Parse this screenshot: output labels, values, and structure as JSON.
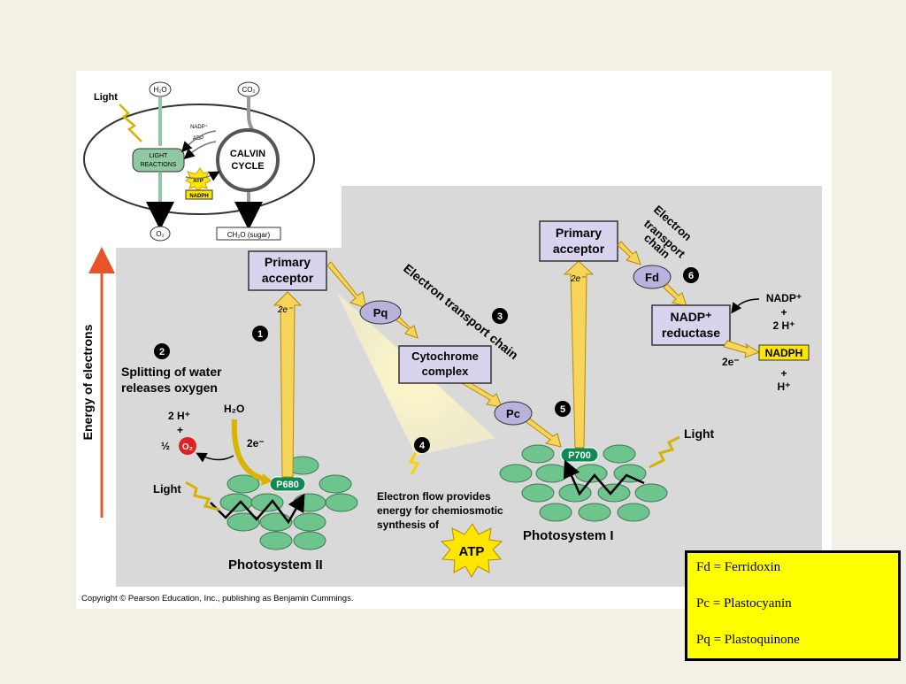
{
  "inset": {
    "light": "Light",
    "h2o": "H₂O",
    "co2": "CO₂",
    "nadp": "NADP⁺",
    "adp": "ADP",
    "light_reactions_1": "LIGHT",
    "light_reactions_2": "REACTIONS",
    "calvin_1": "CALVIN",
    "calvin_2": "CYCLE",
    "atp": "ATP",
    "nadph": "NADPH",
    "o2": "O₂",
    "sugar": "CH₂O (sugar)"
  },
  "axis_label": "Energy of electrons",
  "steps": {
    "s1": "1",
    "s2": "2",
    "s3": "3",
    "s4": "4",
    "s5": "5",
    "s6": "6"
  },
  "step2_text": [
    "Splitting of water",
    "releases oxygen"
  ],
  "ps2": {
    "primary_acceptor": [
      "Primary",
      "acceptor"
    ],
    "two_e": "2e⁻",
    "h2o": "H₂O",
    "two_h": "2 H⁺",
    "plus": "+",
    "half": "½",
    "o2": "O₂",
    "two_e_left": "2e⁻",
    "p680": "P680",
    "light": "Light",
    "title": "Photosystem II"
  },
  "etc": {
    "pq": "Pq",
    "cytochrome": [
      "Cytochrome",
      "complex"
    ],
    "pc": "Pc",
    "label": "Electron transport chain"
  },
  "step4_text": [
    "Electron flow provides",
    "energy for chemiosmotic",
    "synthesis of"
  ],
  "atp": "ATP",
  "ps1": {
    "primary_acceptor": [
      "Primary",
      "acceptor"
    ],
    "two_e": "2e⁻",
    "p700": "P700",
    "light": "Light",
    "title": "Photosystem I"
  },
  "etc2": {
    "label": [
      "Electron",
      "transport",
      "chain"
    ],
    "fd": "Fd",
    "nadp_reductase": [
      "NADP⁺",
      "reductase"
    ],
    "nadp_plus": "NADP⁺",
    "plus": "+",
    "two_h": "2 H⁺",
    "two_e": "2e⁻",
    "nadph": "NADPH",
    "plus2": "+",
    "h_plus": "H⁺"
  },
  "copyright": "Copyright © Pearson Education, Inc., publishing as Benjamin Cummings.",
  "legend": [
    "Fd = Ferridoxin",
    "Pc = Plastocyanin",
    "Pq = Plastoquinone"
  ],
  "colors": {
    "panel": "#d9d9d9",
    "lavender": "#d9d3ee",
    "oval": "#b9b2dc",
    "green": "#6dc58d",
    "yellow_arrow": "#f7d45a",
    "red_axis": "#e8542a",
    "legend_bg": "#ffff00"
  }
}
